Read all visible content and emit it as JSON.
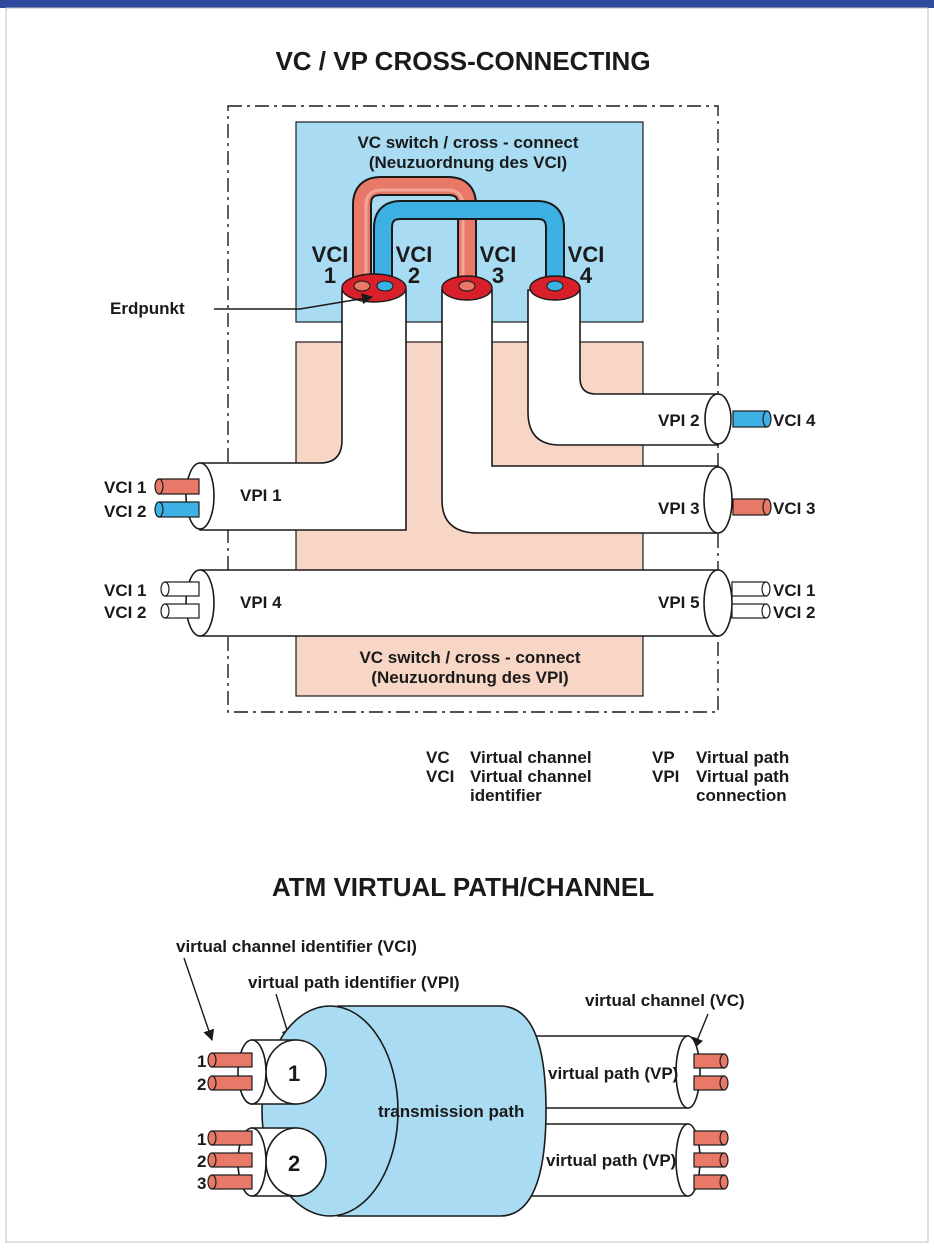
{
  "colors": {
    "top_bar": "#2e4a9c",
    "vc_switch_bg": "#a9dcf3",
    "vp_switch_bg": "#f8d6c6",
    "wire_red": "#e87868",
    "wire_blue": "#3db1e3",
    "cut_red": "#d8202a",
    "cylinder_blue": "#a9dcf3"
  },
  "top_diagram": {
    "title": "VC / VP CROSS-CONNECTING",
    "vc_switch": {
      "line1": "VC switch / cross - connect",
      "line2": "(Neuzuordnung des VCI)"
    },
    "vp_switch": {
      "line1": "VC switch / cross - connect",
      "line2": "(Neuzuordnung des VPI)"
    },
    "erdpunkt": "Erdpunkt",
    "vci_top": [
      {
        "word": "VCI",
        "num": "1"
      },
      {
        "word": "VCI",
        "num": "2"
      },
      {
        "word": "VCI",
        "num": "3"
      },
      {
        "word": "VCI",
        "num": "4"
      }
    ],
    "left": {
      "vpi1": "VPI 1",
      "vpi4": "VPI 4",
      "vci1_a": "VCI 1",
      "vci2_a": "VCI 2",
      "vci1_b": "VCI 1",
      "vci2_b": "VCI 2"
    },
    "right": {
      "vpi2": "VPI 2",
      "vpi3": "VPI 3",
      "vpi5": "VPI 5",
      "vci4": "VCI 4",
      "vci3": "VCI 3",
      "vci1": "VCI 1",
      "vci2": "VCI 2"
    },
    "legend": [
      {
        "abbr": "VC",
        "text": [
          "Virtual channel"
        ]
      },
      {
        "abbr": "VCI",
        "text": [
          "Virtual channel",
          "identifier"
        ]
      },
      {
        "abbr": "VP",
        "text": [
          "Virtual path"
        ]
      },
      {
        "abbr": "VPI",
        "text": [
          "Virtual path",
          "connection"
        ]
      }
    ]
  },
  "bottom_diagram": {
    "title": "ATM VIRTUAL PATH/CHANNEL",
    "label_vci": "virtual channel identifier (VCI)",
    "label_vpi": "virtual path identifier (VPI)",
    "label_vc": "virtual channel (VC)",
    "transmission_path": "transmission path",
    "virtual_path_1": "virtual path (VP)",
    "virtual_path_2": "virtual path (VP)",
    "path_numbers": [
      "1",
      "2"
    ],
    "channel_numbers_path1": [
      "1",
      "2"
    ],
    "channel_numbers_path2": [
      "1",
      "2",
      "3"
    ]
  }
}
